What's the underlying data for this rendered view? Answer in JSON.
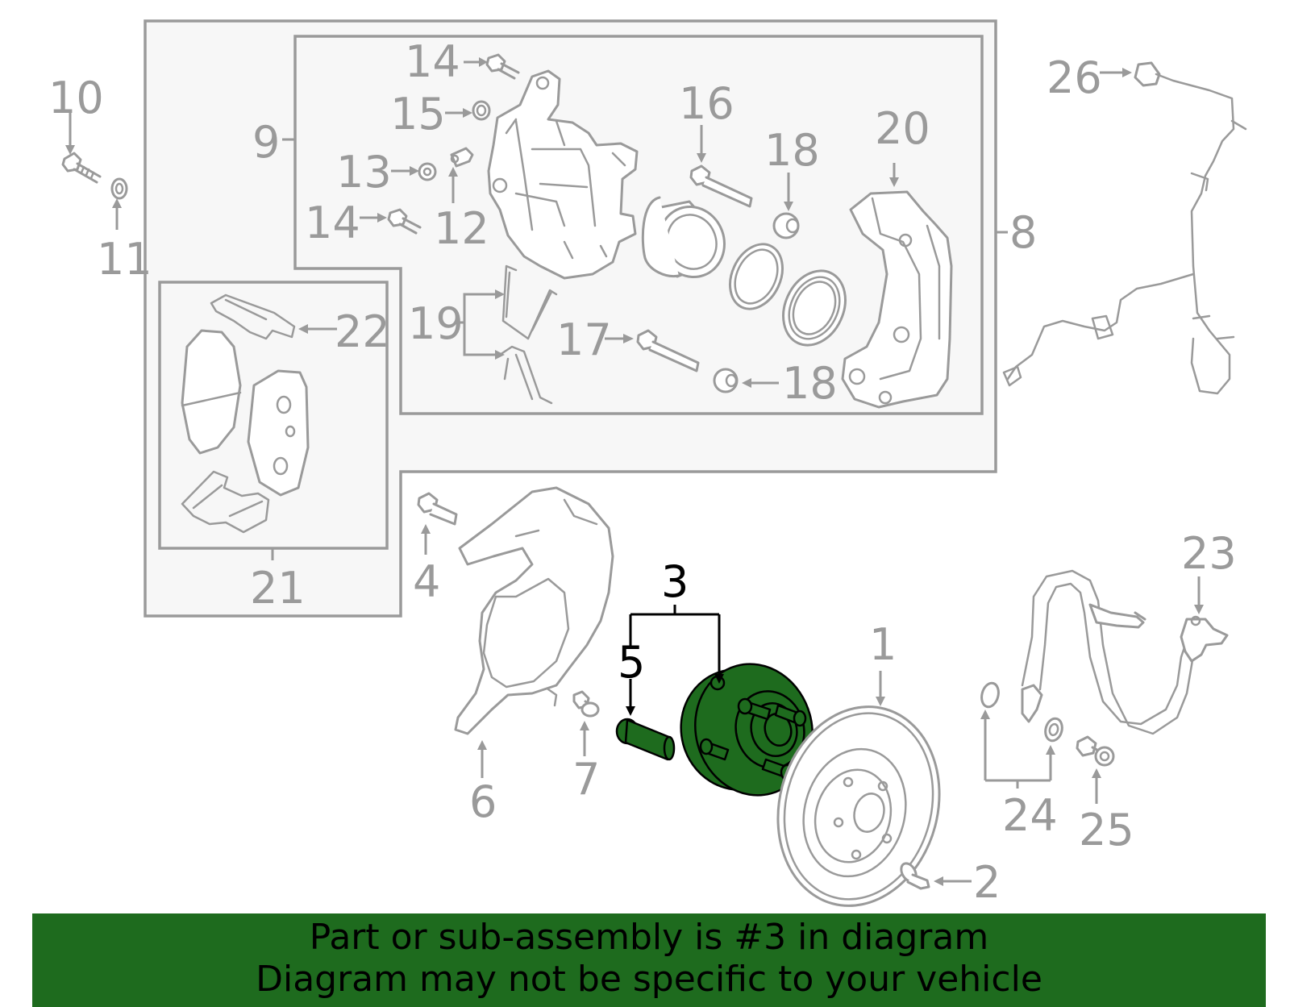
{
  "colors": {
    "accent": "#1e6b1e",
    "part_lines": "#9a9a9a",
    "highlight_outline": "#000000"
  },
  "labels": {
    "p1": "1",
    "p2": "2",
    "p3": "3",
    "p4": "4",
    "p5": "5",
    "p6": "6",
    "p7": "7",
    "p8": "8",
    "p9": "9",
    "p10": "10",
    "p11": "11",
    "p12": "12",
    "p13": "13",
    "p14a": "14",
    "p14b": "14",
    "p15": "15",
    "p16": "16",
    "p17": "17",
    "p18a": "18",
    "p18b": "18",
    "p19": "19",
    "p20": "20",
    "p21": "21",
    "p22": "22",
    "p23": "23",
    "p24": "24",
    "p25": "25",
    "p26": "26"
  },
  "highlighted_part": "3",
  "banner": {
    "line1": "Part or sub-assembly is #3 in diagram",
    "line2": "Diagram may not be specific to your vehicle"
  }
}
